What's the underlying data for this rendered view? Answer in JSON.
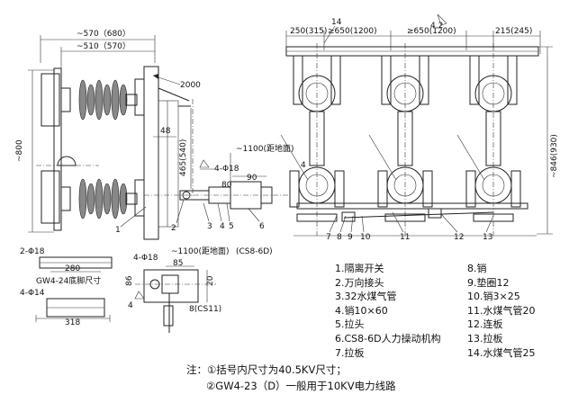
{
  "front_view": {
    "dims": {
      "overall_width": "~570（680）",
      "base_width": "~510（570）",
      "height": "~800",
      "top_clear": "2000",
      "d48": "48",
      "d465": "465(540)",
      "ground": "~1100(距地面)",
      "d90": "90",
      "d80": "80",
      "phi18": "4-Φ18"
    },
    "labels": [
      "1",
      "2",
      "3",
      "4",
      "5",
      "6"
    ]
  },
  "side_view": {
    "dims": {
      "d250": "250(315)",
      "d650a": "≥650(1200)",
      "d650b": "≥650(1200)",
      "d215": "215(245)",
      "height": "~846(930)",
      "d14": "14",
      "d4_2": "4,2"
    },
    "labels_bottom": [
      "7",
      "8",
      "9",
      "10",
      "11",
      "12",
      "13"
    ],
    "label_left": "4"
  },
  "base_detail": {
    "title": "GW4-24底脚尺寸",
    "phi18": "2-Φ18",
    "d280": "280",
    "phi14": "4-Φ14",
    "d318": "318"
  },
  "mechanism_detail": {
    "ground": "~1100(距地面)",
    "model": "(CS8-6D)",
    "phi18": "4-Φ18",
    "d85": "85",
    "d86": "86",
    "d20": "20",
    "label4": "4",
    "cs11": "8(CS11)"
  },
  "legend_left": [
    "1.隔离开关",
    "2.万向接头",
    "3.32水煤气管",
    "4.销10×60",
    "5.拉头",
    "6.CS8-6D人力操动机构",
    "7.拉板"
  ],
  "legend_right": [
    "8.销",
    "9.垫圈12",
    "10.销3×25",
    "11.水煤气管20",
    "12.连板",
    "13.拉板",
    "14.水煤气管25"
  ],
  "notes": [
    "注：①括号内尺寸为40.5KV尺寸；",
    "②GW4-23（D）一般用于10KV电力线路"
  ]
}
